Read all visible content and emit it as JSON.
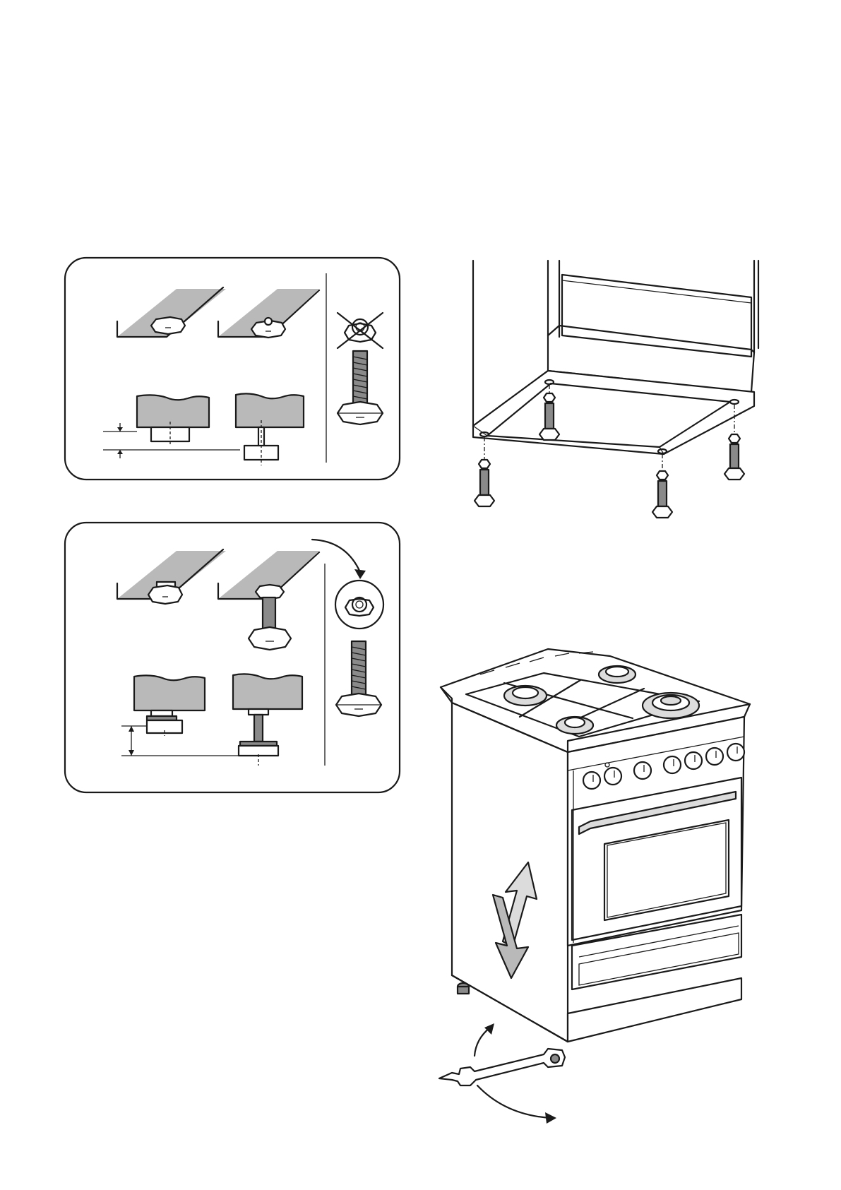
{
  "page": {
    "title": "",
    "caption": ""
  },
  "figures": {
    "panel_top": {
      "name": "leveling-foot-detail-not-fitted"
    },
    "panel_bottom": {
      "name": "leveling-foot-detail-fitted"
    },
    "cabinet_base": {
      "name": "cabinet-base-with-feet"
    },
    "cooker": {
      "name": "cooker-leveling-with-spanner"
    }
  },
  "icons": {
    "cross": "cross-out-icon",
    "arrow_curved": "curved-arrow-icon",
    "updown": "up-down-arrow-icon",
    "rotate": "rotate-arrow-icon"
  },
  "colors": {
    "line": "#1a1a1a",
    "shade": "#b9b9b9",
    "light_shade": "#dcdcdc",
    "background": "#ffffff"
  }
}
